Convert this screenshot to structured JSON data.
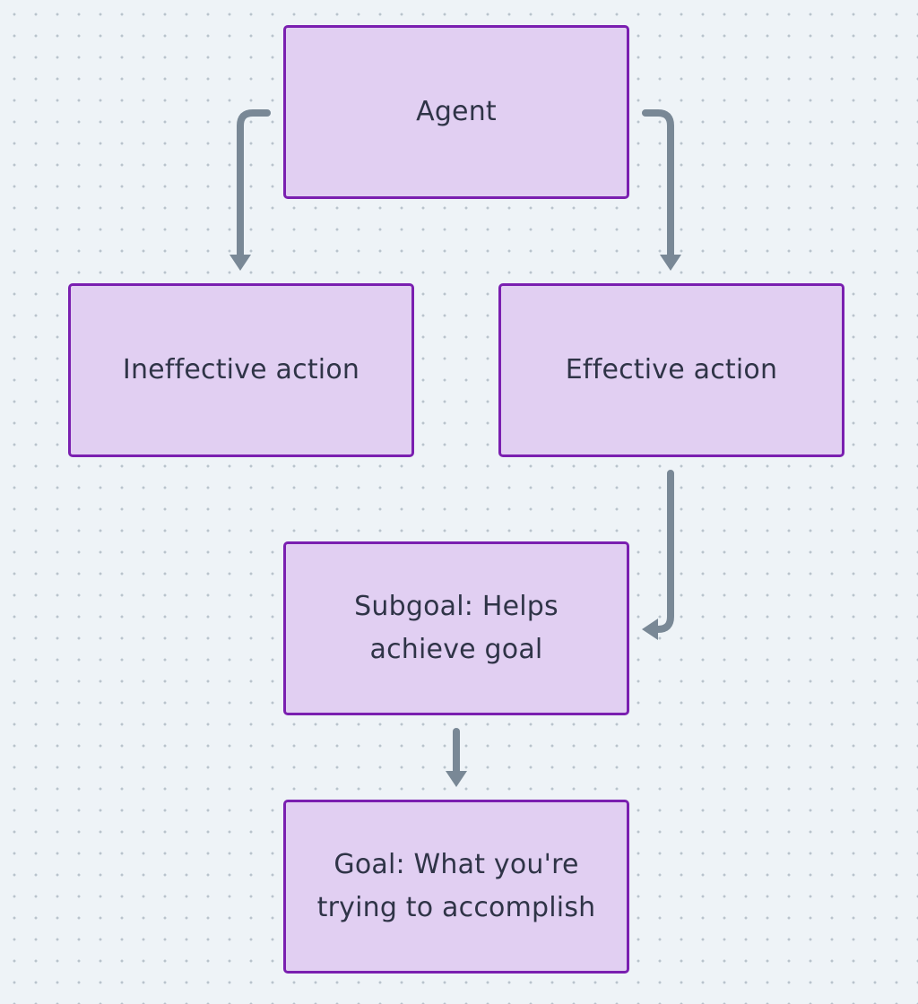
{
  "diagram": {
    "nodes": {
      "agent": "Agent",
      "ineffective": "Ineffective action",
      "effective": "Effective action",
      "subgoal": "Subgoal: Helps\nachieve goal",
      "goal": "Goal: What you're\ntrying to accomplish"
    },
    "edges": [
      {
        "from": "agent",
        "to": "ineffective"
      },
      {
        "from": "agent",
        "to": "effective"
      },
      {
        "from": "effective",
        "to": "subgoal"
      },
      {
        "from": "subgoal",
        "to": "goal"
      }
    ]
  },
  "colors": {
    "background": "#eef3f7",
    "grid_dot": "#b9c3cc",
    "node_fill": "#e1cff2",
    "node_border": "#7a1fb0",
    "text": "#2f3447",
    "edge": "#798896"
  }
}
